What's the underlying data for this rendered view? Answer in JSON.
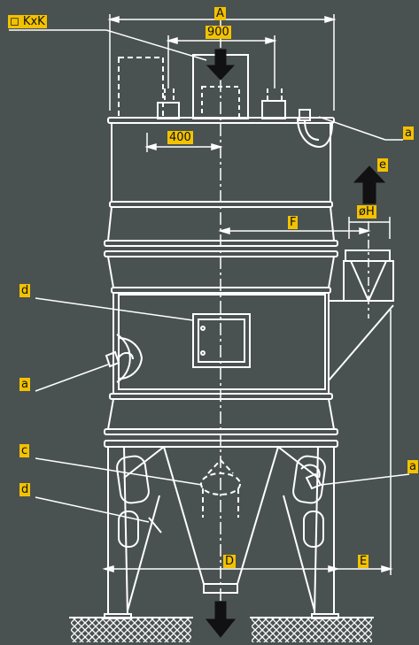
{
  "colors": {
    "background": "#4a5151",
    "line": "#ffffff",
    "label_bg": "#f2c200",
    "label_text": "#111111"
  },
  "labels": {
    "kxk": "◻ KxK",
    "dim_a": "A",
    "dim_900": "900",
    "dim_400": "400",
    "dim_f": "F",
    "dim_oh": "øH",
    "dim_d": "D",
    "dim_e": "E",
    "callout_a_top": "a",
    "callout_e": "e",
    "callout_d_top": "d",
    "callout_a_left": "a",
    "callout_c": "c",
    "callout_d_bottom": "d",
    "callout_a_right": "a"
  }
}
